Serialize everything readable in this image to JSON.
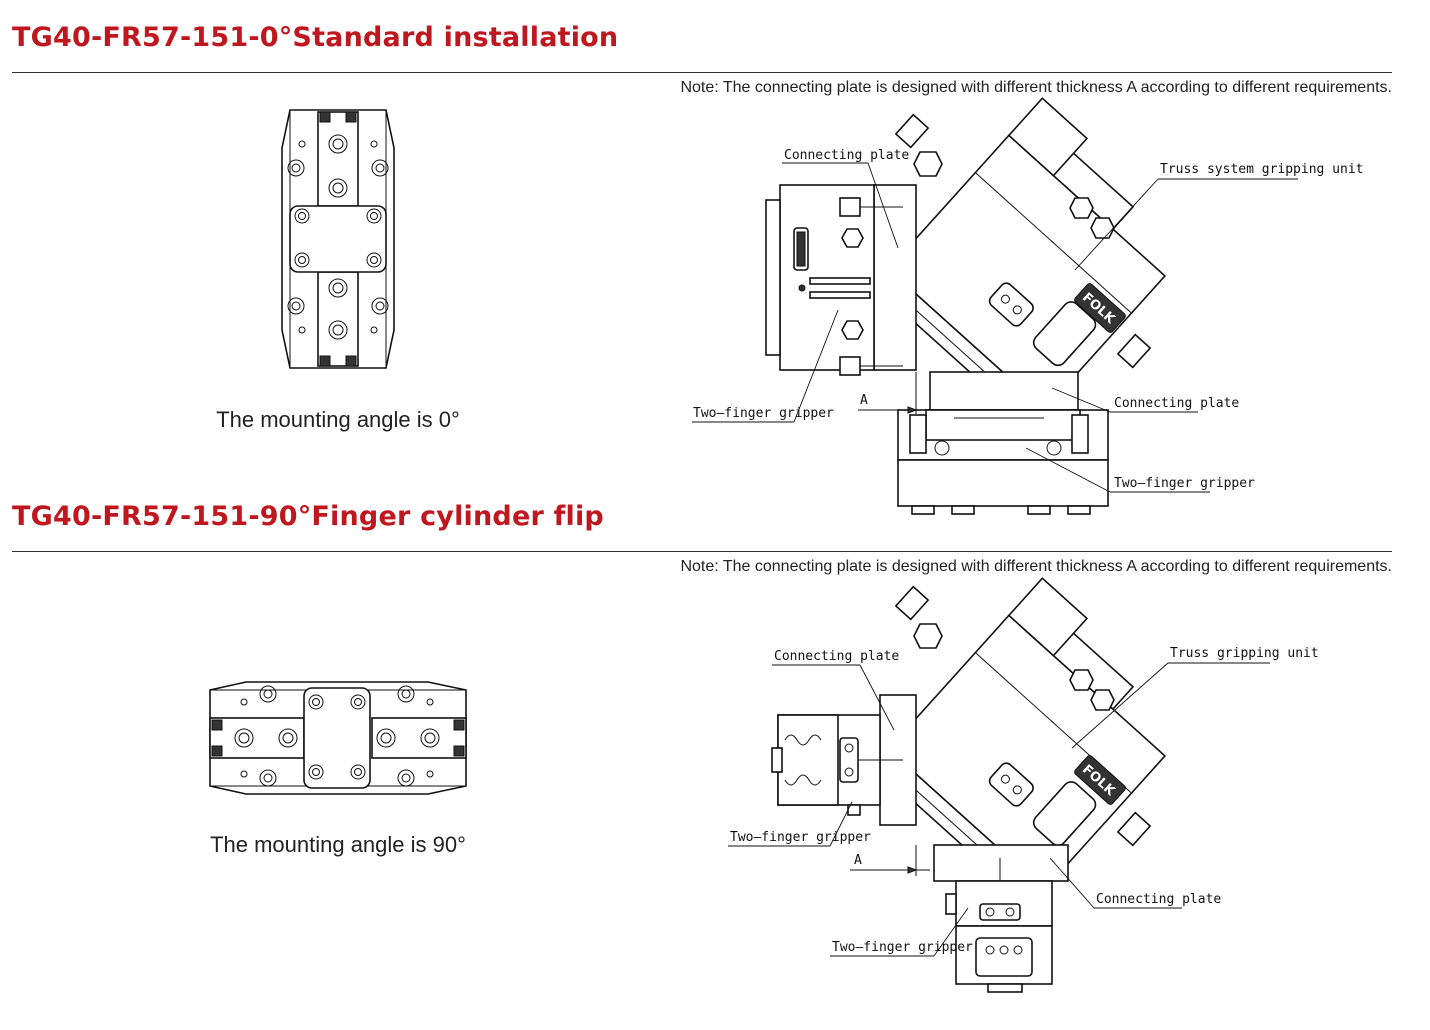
{
  "section1": {
    "title": "TG40-FR57-151-0°Standard installation",
    "note": "Note: The connecting plate is designed with different thickness A according to different requirements.",
    "caption": "The mounting angle is 0°",
    "labels": {
      "connecting_plate_top": "Connecting plate",
      "truss_unit": "Truss system gripping unit",
      "gripper_left": "Two–finger gripper",
      "dimension": "A",
      "connecting_plate_bottom": "Connecting plate",
      "gripper_bottom": "Two–finger gripper",
      "logo": "FOLK"
    }
  },
  "section2": {
    "title": "TG40-FR57-151-90°Finger cylinder flip",
    "note": "Note: The connecting plate is designed with different thickness A according to different requirements.",
    "caption": "The mounting angle is 90°",
    "labels": {
      "connecting_plate_top": "Connecting plate",
      "truss_unit": "Truss gripping unit",
      "gripper_left": "Two–finger gripper",
      "dimension": "A",
      "connecting_plate_bottom": "Connecting plate",
      "gripper_bottom": "Two–finger gripper",
      "logo": "FOLK"
    }
  }
}
